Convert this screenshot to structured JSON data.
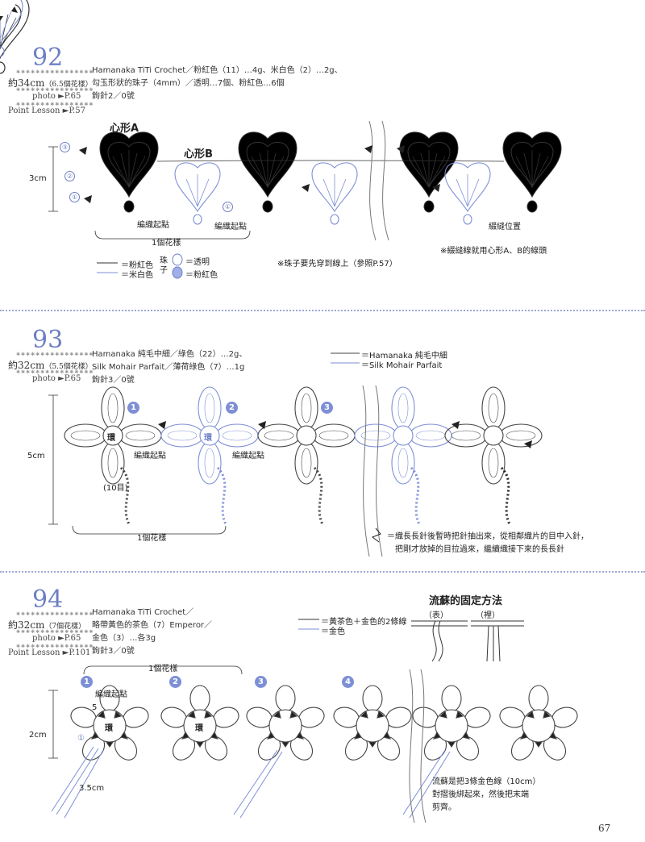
{
  "page_number": "67",
  "colors": {
    "pink_yarn": "#444444",
    "white_yarn": "#7d8fd6",
    "accent": "#7d8fd6",
    "divider": "#9aa8d8"
  },
  "p92": {
    "number": "92",
    "size_prefix": "約",
    "size_value": "34cm",
    "size_note": "（6.5個花樣）",
    "photo_label": "photo",
    "photo_ref": "P.65",
    "lesson_label": "Point Lesson",
    "lesson_ref": "P.57",
    "materials": [
      "Hamanaka TiTi Crochet／粉紅色（11）…4g、米白色（2）…2g、",
      "勾玉形狀的珠子（4mm）／透明…7個、粉紅色…6個",
      "鉤針2／0號"
    ],
    "label_heart_a": "心形A",
    "label_heart_b": "心形B",
    "label_start_1": "編織起點",
    "label_start_2": "編織起點",
    "label_join": "綴縫位置",
    "label_height": "3cm",
    "label_repeat": "1個花樣",
    "row_markers": [
      "③",
      "②",
      "①",
      "①"
    ],
    "legend_pink": "＝粉紅色",
    "legend_white": "＝米白色",
    "legend_bead_word": "珠子",
    "legend_bead_clear": "＝透明",
    "legend_bead_pink": "＝粉紅色",
    "note_beads": "※珠子要先穿到線上（參照P.57）",
    "note_sewing": "※綴縫線就用心形A、B的線頭"
  },
  "p93": {
    "number": "93",
    "size_prefix": "約",
    "size_value": "32cm",
    "size_note": "（5.5個花樣）",
    "photo_label": "photo",
    "photo_ref": "P.65",
    "materials": [
      "Hamanaka 純毛中細／綠色（22）…2g、",
      "Silk Mohair Parfait／薄荷綠色（7）…1g",
      "鉤針3／0號"
    ],
    "legend_a": "＝Hamanaka 純毛中細",
    "legend_b": "＝Silk Mohair Parfait",
    "badges": [
      "1",
      "2",
      "3"
    ],
    "ring_label": "環",
    "label_start_1": "編織起點",
    "label_start_2": "編織起點",
    "label_10": "(10目)",
    "label_height": "5cm",
    "label_repeat": "1個花樣",
    "note_lines": [
      "＝織長長針後暫時把針抽出來，從相鄰織片的目中入針，",
      "把剛才放掉的目拉過來，繼續織接下來的長長針"
    ]
  },
  "p94": {
    "number": "94",
    "size_prefix": "約",
    "size_value": "32cm",
    "size_note": "（7個花樣）",
    "photo_label": "photo",
    "photo_ref": "P.65",
    "lesson_label": "Point Lesson",
    "lesson_ref": "P.101",
    "materials": [
      "Hamanaka TiTi Crochet／",
      "略帶黃色的茶色（7）Emperor／",
      "金色（3）…各3g",
      "鉤針3／0號"
    ],
    "legend_a": "＝黃茶色＋金色的2條線",
    "legend_b": "＝金色",
    "tassel_title": "流蘇的固定方法",
    "tassel_front": "（表）",
    "tassel_back": "（裡）",
    "badges": [
      "1",
      "2",
      "3",
      "4"
    ],
    "ring_label": "環",
    "label_start": "編織起點",
    "label_5": "5",
    "label_1": "①",
    "label_height": "2cm",
    "label_tassel_len": "3.5cm",
    "label_repeat": "1個花樣",
    "note_lines": [
      "流蘇是把3條金色線（10cm）",
      "對摺後綁起來，然後把末端",
      "剪齊。"
    ]
  }
}
